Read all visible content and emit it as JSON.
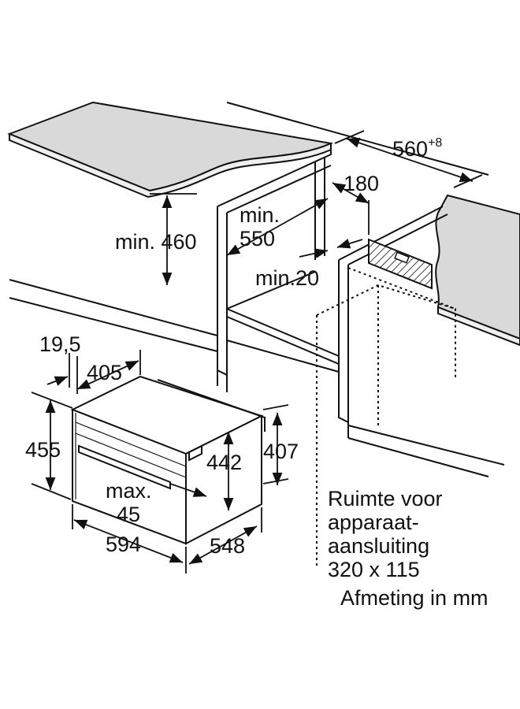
{
  "dimensions": {
    "niche_width": "560",
    "niche_width_tol": "+8",
    "top_depth": "180",
    "min_height": "min. 460",
    "min_depth_line1": "min.",
    "min_depth_line2": "550",
    "min_gap": "min.20",
    "front_offset": "19,5",
    "oven_depth_front": "405",
    "oven_height": "455",
    "inner_height": "442",
    "side_height": "407",
    "max_line1": "max.",
    "max_line2": "45",
    "oven_width": "594",
    "oven_depth": "548"
  },
  "notes": {
    "connection_line1": "Ruimte voor",
    "connection_line2": "apparaat-",
    "connection_line3": "aansluiting",
    "connection_line4": "320 x 115",
    "unit": "Afmeting in mm"
  }
}
